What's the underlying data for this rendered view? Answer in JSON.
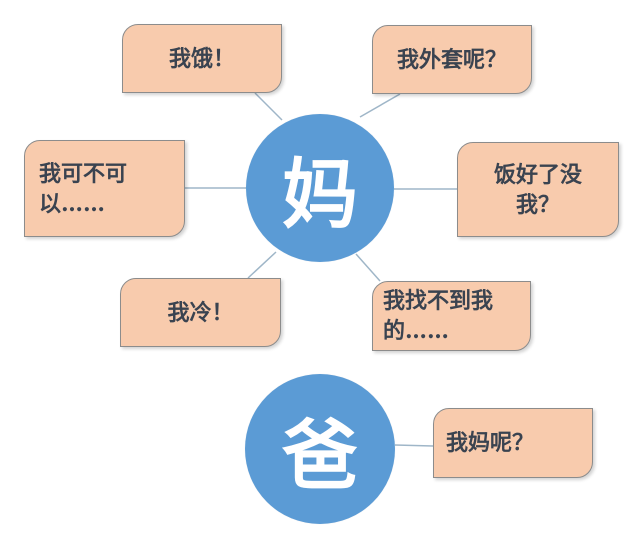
{
  "diagram": {
    "type": "mind-map",
    "colors": {
      "node_fill": "#5b9bd5",
      "node_text": "#ffffff",
      "bubble_fill": "#f8cbad",
      "bubble_border": "#8c8c8c",
      "bubble_text": "#3a4350",
      "connector": "#9fb6c8"
    },
    "groups": [
      {
        "center": {
          "label": "妈"
        },
        "bubbles": [
          {
            "id": "hungry",
            "text": "我饿！"
          },
          {
            "id": "jacket",
            "text": "我外套呢？"
          },
          {
            "id": "can-i",
            "text": "我可不可以……"
          },
          {
            "id": "dinner",
            "text": "饭好了没我？"
          },
          {
            "id": "cold",
            "text": "我冷！"
          },
          {
            "id": "cant-find",
            "text": "我找不到我的……"
          }
        ]
      },
      {
        "center": {
          "label": "爸"
        },
        "bubbles": [
          {
            "id": "where-mom",
            "text": "我妈呢？"
          }
        ]
      }
    ]
  }
}
